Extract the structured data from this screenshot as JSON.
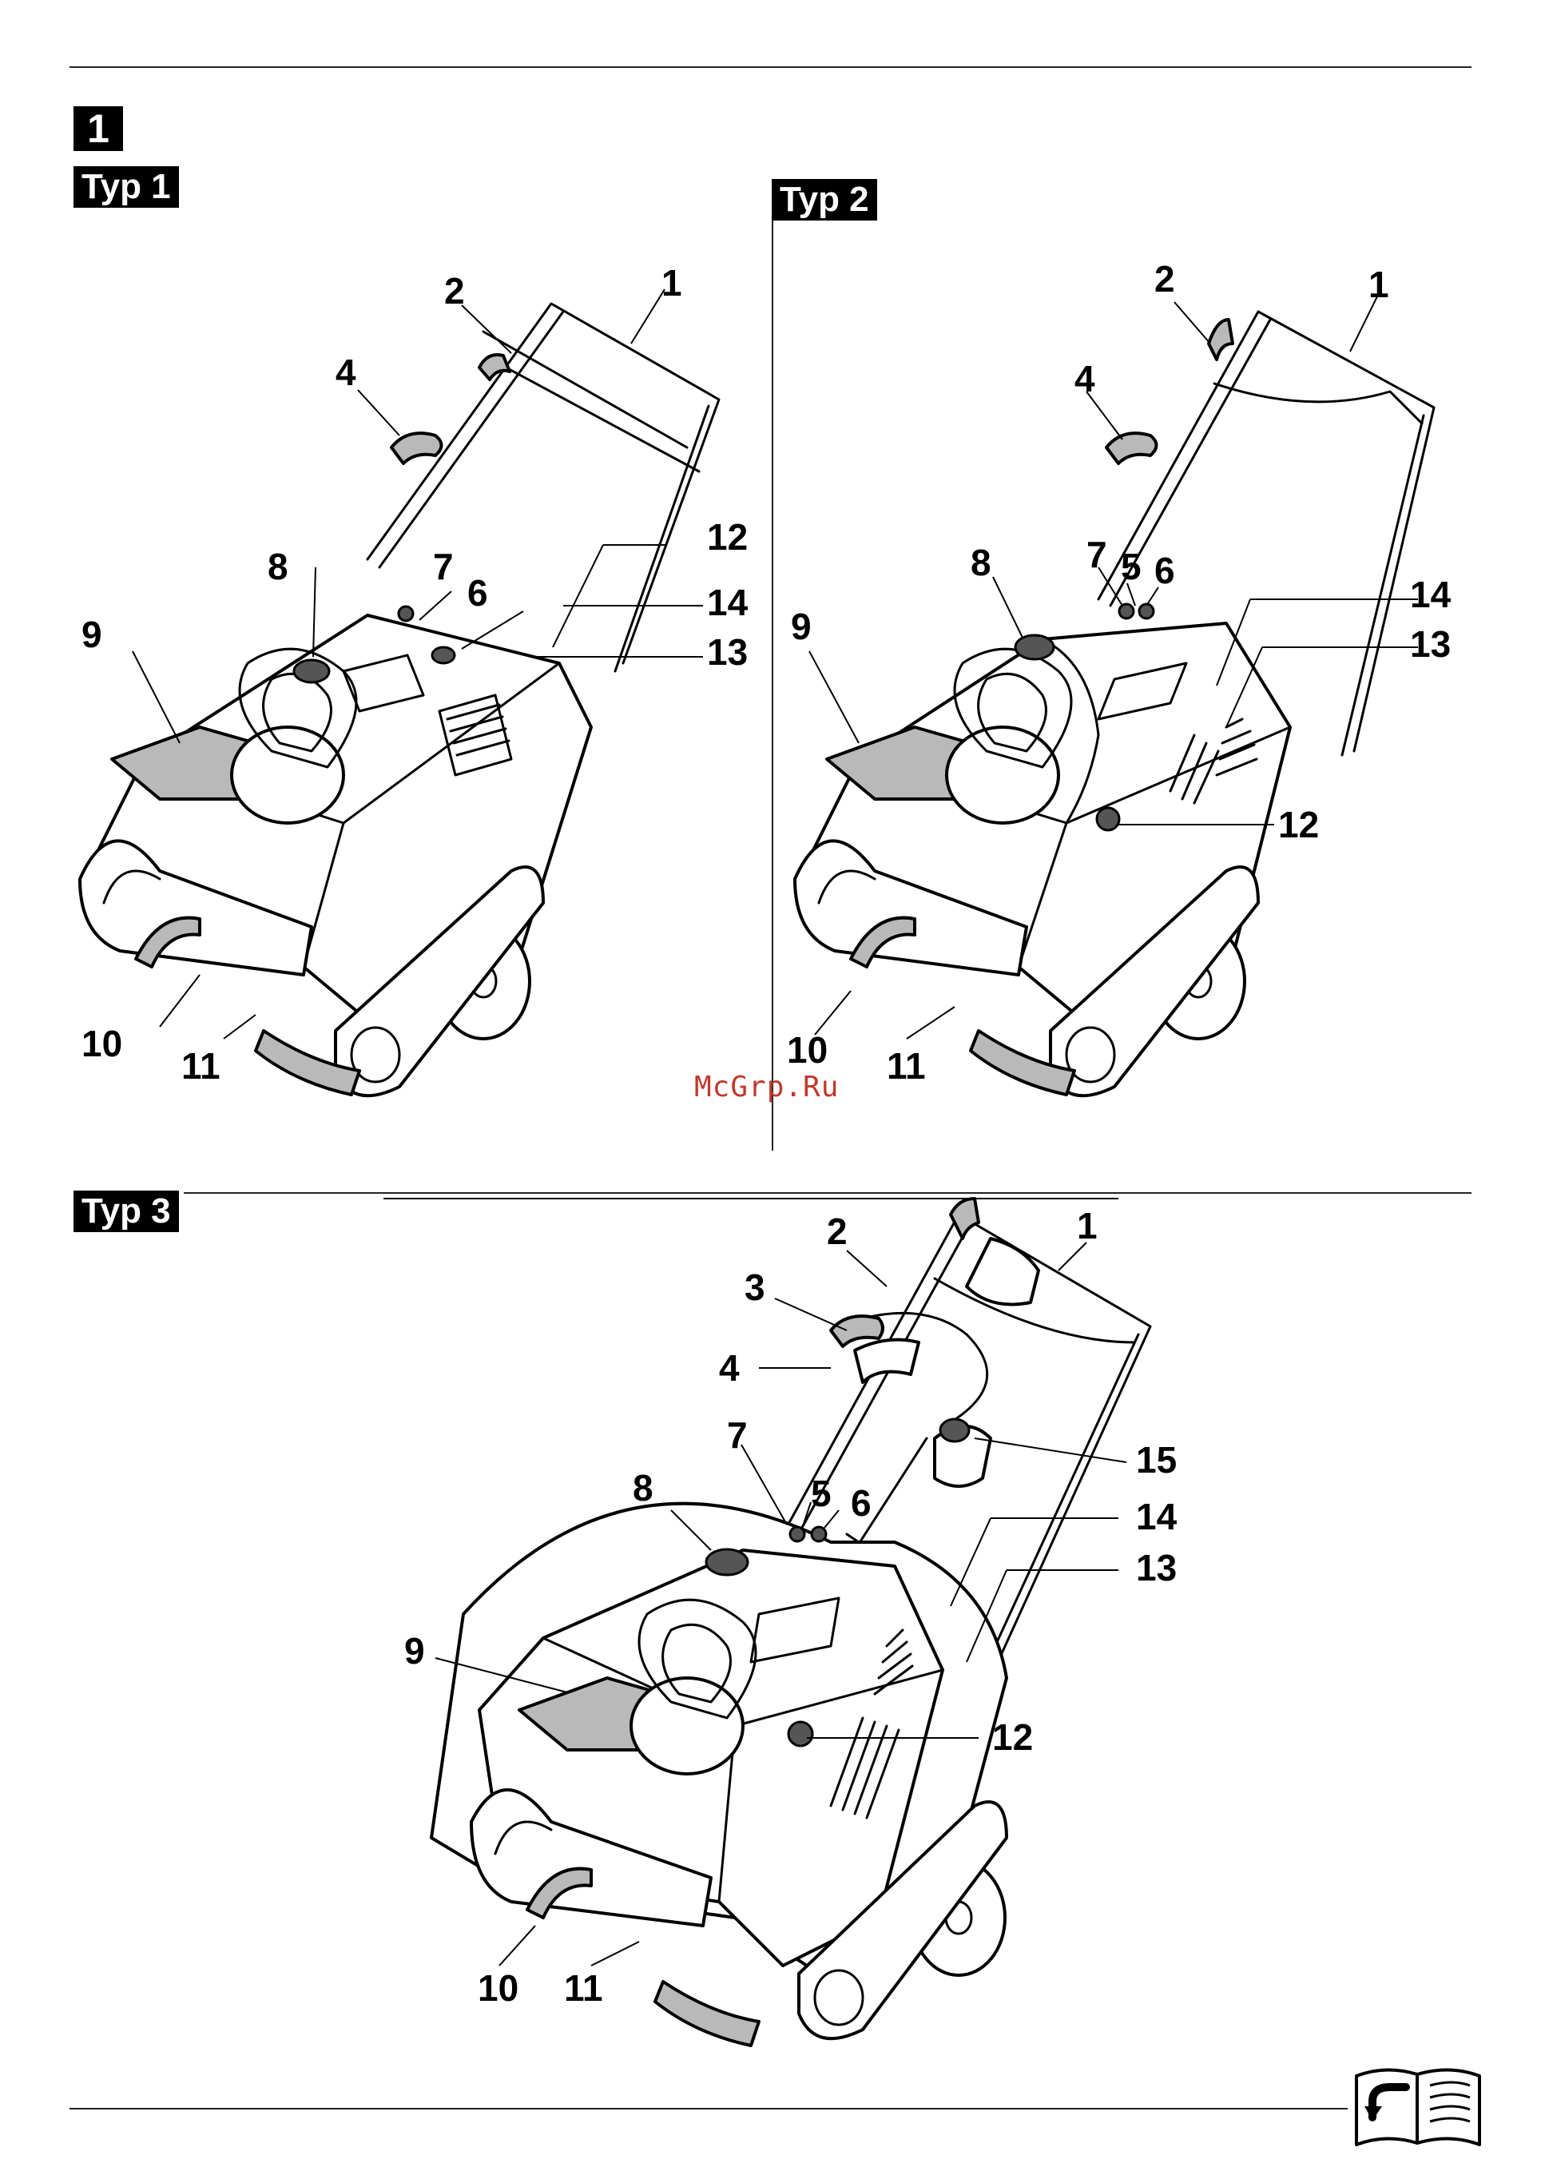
{
  "figure_number": "1",
  "watermark": "McGrp.Ru",
  "panels": [
    {
      "type_label": "Typ 1",
      "labels": [
        "1",
        "2",
        "4",
        "6",
        "7",
        "8",
        "9",
        "10",
        "11",
        "12",
        "13",
        "14"
      ]
    },
    {
      "type_label": "Typ 2",
      "labels": [
        "1",
        "2",
        "4",
        "5",
        "6",
        "7",
        "8",
        "9",
        "10",
        "11",
        "12",
        "13",
        "14"
      ]
    },
    {
      "type_label": "Typ 3",
      "labels": [
        "1",
        "2",
        "3",
        "4",
        "5",
        "6",
        "7",
        "8",
        "9",
        "10",
        "11",
        "12",
        "13",
        "14",
        "15"
      ]
    }
  ],
  "icons": [
    "snow-thrower-illustration",
    "book-return-icon"
  ]
}
